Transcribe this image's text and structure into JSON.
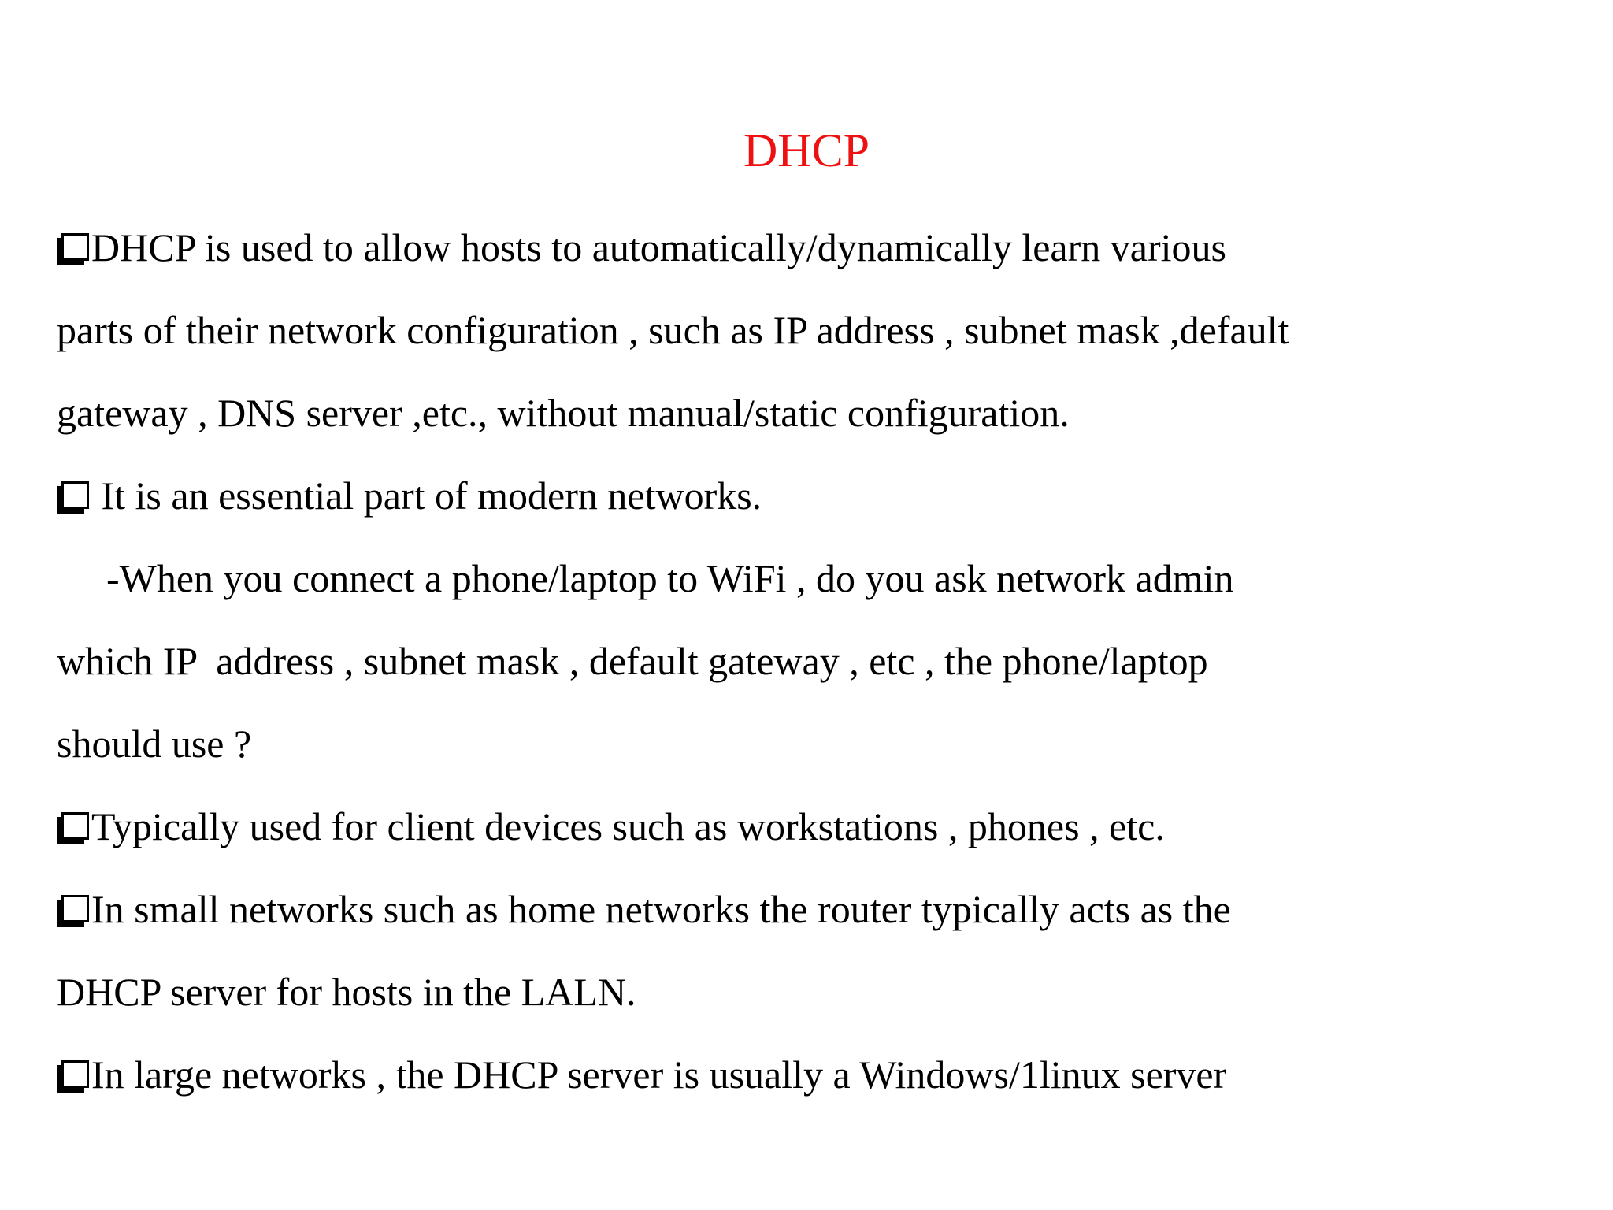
{
  "slide": {
    "title": "DHCP",
    "title_color": "#ee1111",
    "text_color": "#000000",
    "bullet_icon": "shadowed-square-bullet",
    "lines": [
      {
        "bullet": true,
        "indent": false,
        "text": "DHCP is used to allow hosts to automatically/dynamically learn various"
      },
      {
        "bullet": false,
        "indent": false,
        "text": "parts of their network configuration , such as IP address , subnet mask ,default"
      },
      {
        "bullet": false,
        "indent": false,
        "text": "gateway , DNS server ,etc., without manual/static configuration."
      },
      {
        "bullet": true,
        "indent": false,
        "text": " It is an essential part of modern networks."
      },
      {
        "bullet": false,
        "indent": true,
        "text": "-When you connect a phone/laptop to WiFi , do you ask network admin"
      },
      {
        "bullet": false,
        "indent": false,
        "text": "which IP  address , subnet mask , default gateway , etc , the phone/laptop"
      },
      {
        "bullet": false,
        "indent": false,
        "text": "should use ?"
      },
      {
        "bullet": true,
        "indent": false,
        "text": "Typically used for client devices such as workstations , phones , etc."
      },
      {
        "bullet": true,
        "indent": false,
        "text": "In small networks such as home networks the router typically acts as the"
      },
      {
        "bullet": false,
        "indent": false,
        "text": "DHCP server for hosts in the LALN."
      },
      {
        "bullet": true,
        "indent": false,
        "text": "In large networks , the DHCP server is usually a Windows/1linux server"
      }
    ]
  }
}
